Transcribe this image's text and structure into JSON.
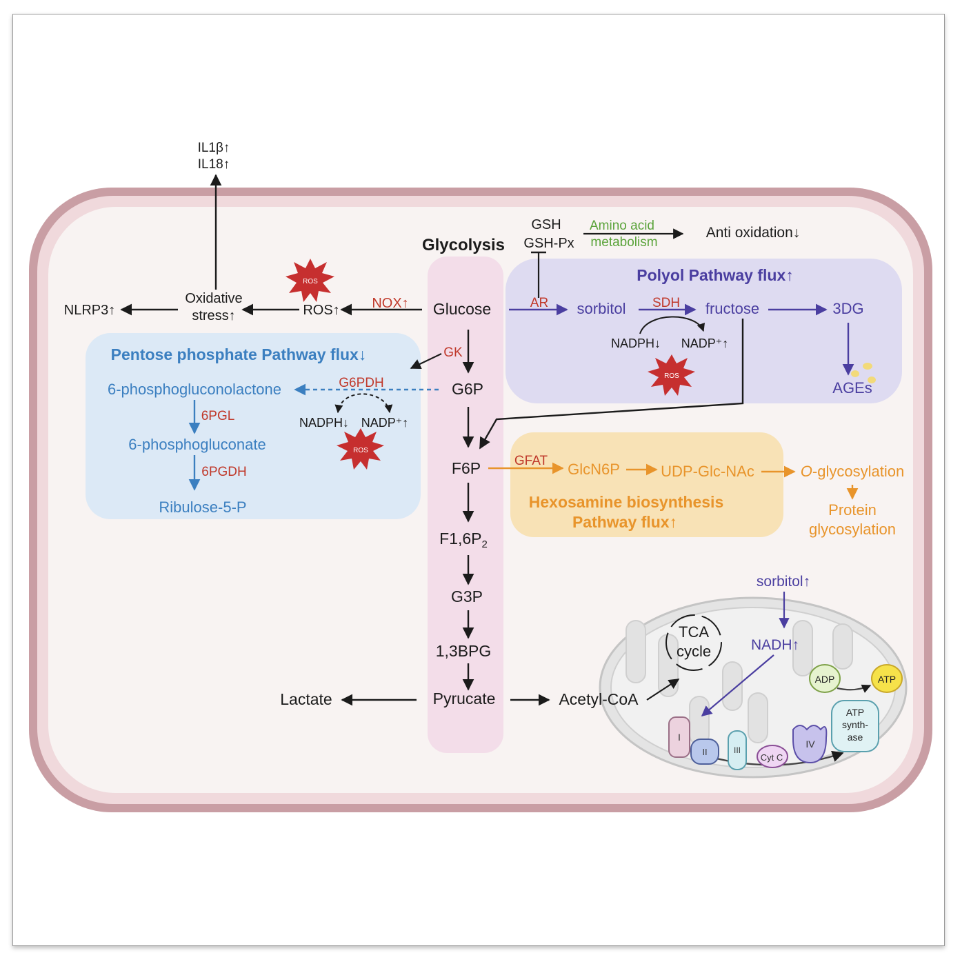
{
  "colors": {
    "membrane_outer": "#c99ea4",
    "membrane_inner": "#f0d9dc",
    "cytoplasm": "#f8f3f2",
    "glycolysis_band": "#f3dde9",
    "ppp_box": "#dce9f6",
    "polyol_box": "#dedbf1",
    "hexosamine_box": "#f8e2b6",
    "enzyme_red": "#c0392b",
    "ppp_blue": "#3b7fc0",
    "polyol_purple": "#4a3ea0",
    "hex_orange": "#e8942b",
    "amino_green": "#5aa33a",
    "ros_red": "#c62f2f"
  },
  "glycolysis": {
    "title": "Glycolysis",
    "glucose": "Glucose",
    "g6p": "G6P",
    "f6p": "F6P",
    "f16p2": "F1,6P",
    "f16p2_sub": "2",
    "g3p": "G3P",
    "bpg": "1,3BPG",
    "pyruvate": "Pyrucate",
    "gk": "GK"
  },
  "inflammation": {
    "il1b": "IL1β↑",
    "il18": "IL18↑",
    "oxidative1": "Oxidative",
    "oxidative2": "stress↑",
    "ros": "ROS↑",
    "nlrp3": "NLRP3↑",
    "nox": "NOX↑"
  },
  "ros_label": "ROS",
  "ppp": {
    "title": "Pentose phosphate Pathway flux↓",
    "g6pdh": "G6PDH",
    "lactone": "6-phosphogluconolactone",
    "pgl": "6PGL",
    "gluconate": "6-phosphogluconate",
    "pgdh": "6PGDH",
    "ribulose": "Ribulose-5-P",
    "nadph": "NADPH↓",
    "nadp": "NADP⁺↑"
  },
  "polyol": {
    "title": "Polyol Pathway flux↑",
    "gsh": "GSH",
    "gshpx": "GSH-Px",
    "amino1": "Amino acid",
    "amino2": "metabolism",
    "antiox": "Anti oxidation↓",
    "ar": "AR",
    "sorbitol": "sorbitol",
    "sdh": "SDH",
    "fructose": "fructose",
    "dg": "3DG",
    "ages": "AGEs",
    "nadph": "NADPH↓",
    "nadp": "NADP⁺↑"
  },
  "hexosamine": {
    "gfat": "GFAT",
    "glcn6p": "GlcN6P",
    "udp": "UDP-Glc-NAc",
    "o_prefix": "O",
    "o_suffix": "-glycosylation",
    "title1": "Hexosamine biosynthesis",
    "title2": "Pathway flux↑",
    "protein1": "Protein",
    "protein2": "glycosylation"
  },
  "mito": {
    "lactate": "Lactate",
    "acetyl": "Acetyl-CoA",
    "tca1": "TCA",
    "tca2": "cycle",
    "sorbitol_up": "sorbitol↑",
    "nadh": "NADH↑",
    "c1": "I",
    "c2": "II",
    "c3": "III",
    "cytc": "Cyt C",
    "c4": "IV",
    "adp": "ADP",
    "atp": "ATP",
    "synth1": "ATP",
    "synth2": "synth-",
    "synth3": "ase"
  }
}
